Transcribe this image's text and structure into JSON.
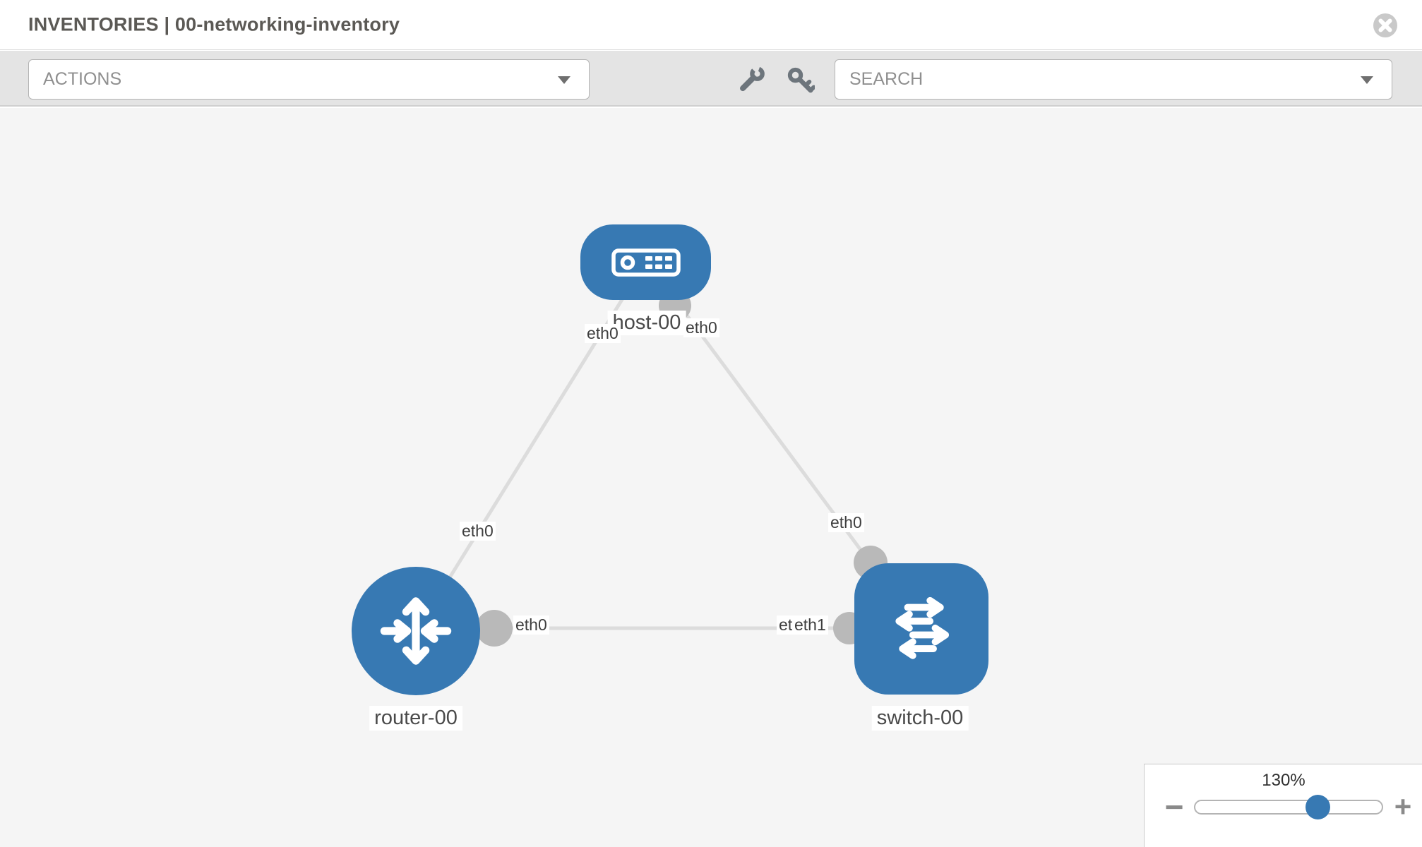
{
  "header": {
    "title": "INVENTORIES | 00-networking-inventory"
  },
  "toolbar": {
    "actions_label": "ACTIONS",
    "search_placeholder": "SEARCH",
    "tool_icons": [
      "wrench",
      "key"
    ]
  },
  "topology": {
    "nodes": [
      {
        "id": "host-00",
        "type": "host",
        "label": "host-00"
      },
      {
        "id": "router-00",
        "type": "router",
        "label": "router-00"
      },
      {
        "id": "switch-00",
        "type": "switch",
        "label": "switch-00"
      }
    ],
    "links": [
      {
        "from": "host-00",
        "to": "router-00",
        "from_label": "eth0",
        "to_label": "eth0"
      },
      {
        "from": "host-00",
        "to": "switch-00",
        "from_label": "eth0",
        "to_label": "eth0"
      },
      {
        "from": "router-00",
        "to": "switch-00",
        "from_label": "eth0",
        "to_label_back": "eth0",
        "to_label_front": "eth1"
      }
    ]
  },
  "zoom_control": {
    "level": "130%",
    "percent": 130,
    "minus_label": "−",
    "plus_label": "+"
  },
  "colors": {
    "node_fill": "#3779b3",
    "link_stroke": "#dcdcdc",
    "interface_dot": "#b9b9b9",
    "toolbar_bg": "#e4e4e4",
    "canvas_bg": "#f5f5f5"
  }
}
